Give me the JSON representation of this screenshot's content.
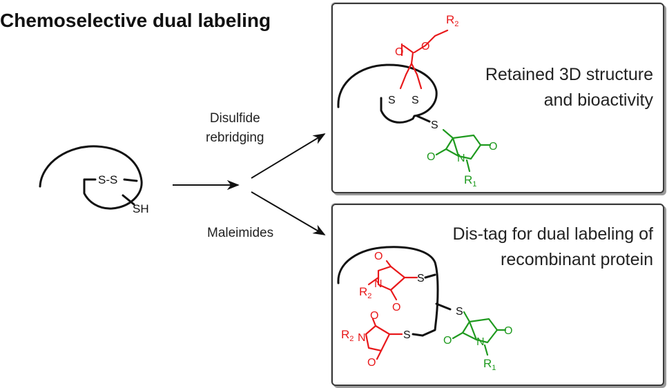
{
  "title": "Chemoselective dual labeling",
  "arrows": {
    "upper_label_line1": "Disulfide",
    "upper_label_line2": "rebridging",
    "lower_label": "Maleimides"
  },
  "start_protein": {
    "disulfide": "S-S",
    "thiol": "SH"
  },
  "panel_top": {
    "caption_line1": "Retained 3D structure",
    "caption_line2": "and bioactivity",
    "r_red": "R",
    "r_red_sub": "2",
    "r_green": "R",
    "r_green_sub": "1",
    "atom_o": "O",
    "atom_n": "N",
    "atom_s": "S"
  },
  "panel_bottom": {
    "caption_line1": "Dis-tag for dual labeling of",
    "caption_line2": "recombinant protein",
    "r_red": "R",
    "r_red_sub": "2",
    "r_green": "R",
    "r_green_sub": "1",
    "atom_o": "O",
    "atom_n": "N",
    "atom_s": "S"
  },
  "colors": {
    "red": "#e8191b",
    "green": "#1f9a1f",
    "black": "#111111"
  }
}
